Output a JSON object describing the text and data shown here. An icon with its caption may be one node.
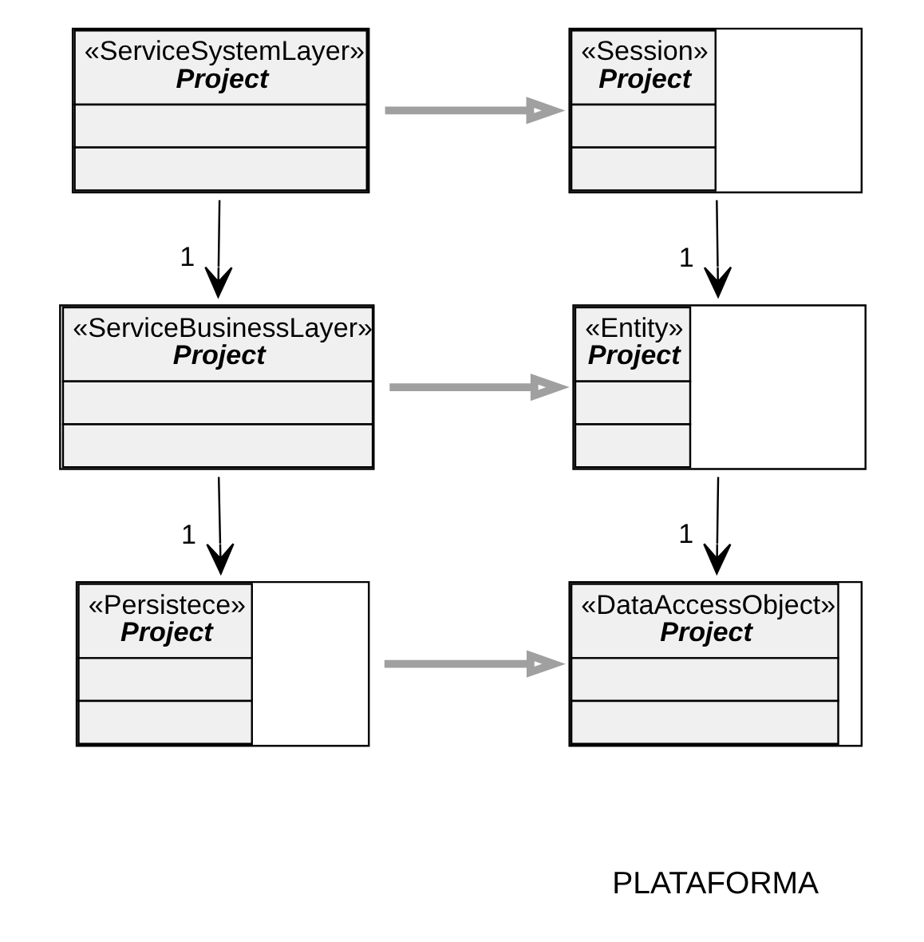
{
  "diagram": {
    "nodes": [
      {
        "text": [
          "«ServiceSystemLayer»",
          "Project"
        ]
      },
      {
        "text": [
          "«Session»",
          "Project"
        ]
      },
      {
        "text": [
          "«ServiceBusinessLayer»",
          "Project"
        ]
      },
      {
        "text": [
          "«Entity»",
          "Project"
        ]
      },
      {
        "text": [
          "«Persistece»",
          "Project"
        ]
      },
      {
        "text": [
          "«DataAccessObject»",
          "Project"
        ]
      }
    ],
    "edges": [
      {
        "from": 0,
        "to": 1,
        "arrow": "to",
        "style": "thick",
        "color": "#a0a0a0"
      },
      {
        "from": 0,
        "to": 2,
        "arrow": "to",
        "label": "1"
      },
      {
        "from": 1,
        "to": 3,
        "arrow": "to",
        "label": "1"
      },
      {
        "from": 2,
        "to": 3,
        "arrow": "to",
        "style": "thick",
        "color": "#a0a0a0"
      },
      {
        "from": 2,
        "to": 4,
        "arrow": "to",
        "label": "1"
      },
      {
        "from": 3,
        "to": 5,
        "arrow": "to",
        "label": "1"
      },
      {
        "from": 4,
        "to": 5,
        "arrow": "to",
        "style": "thick",
        "color": "#a0a0a0"
      }
    ],
    "labels": [
      "PLATAFORMA"
    ]
  }
}
